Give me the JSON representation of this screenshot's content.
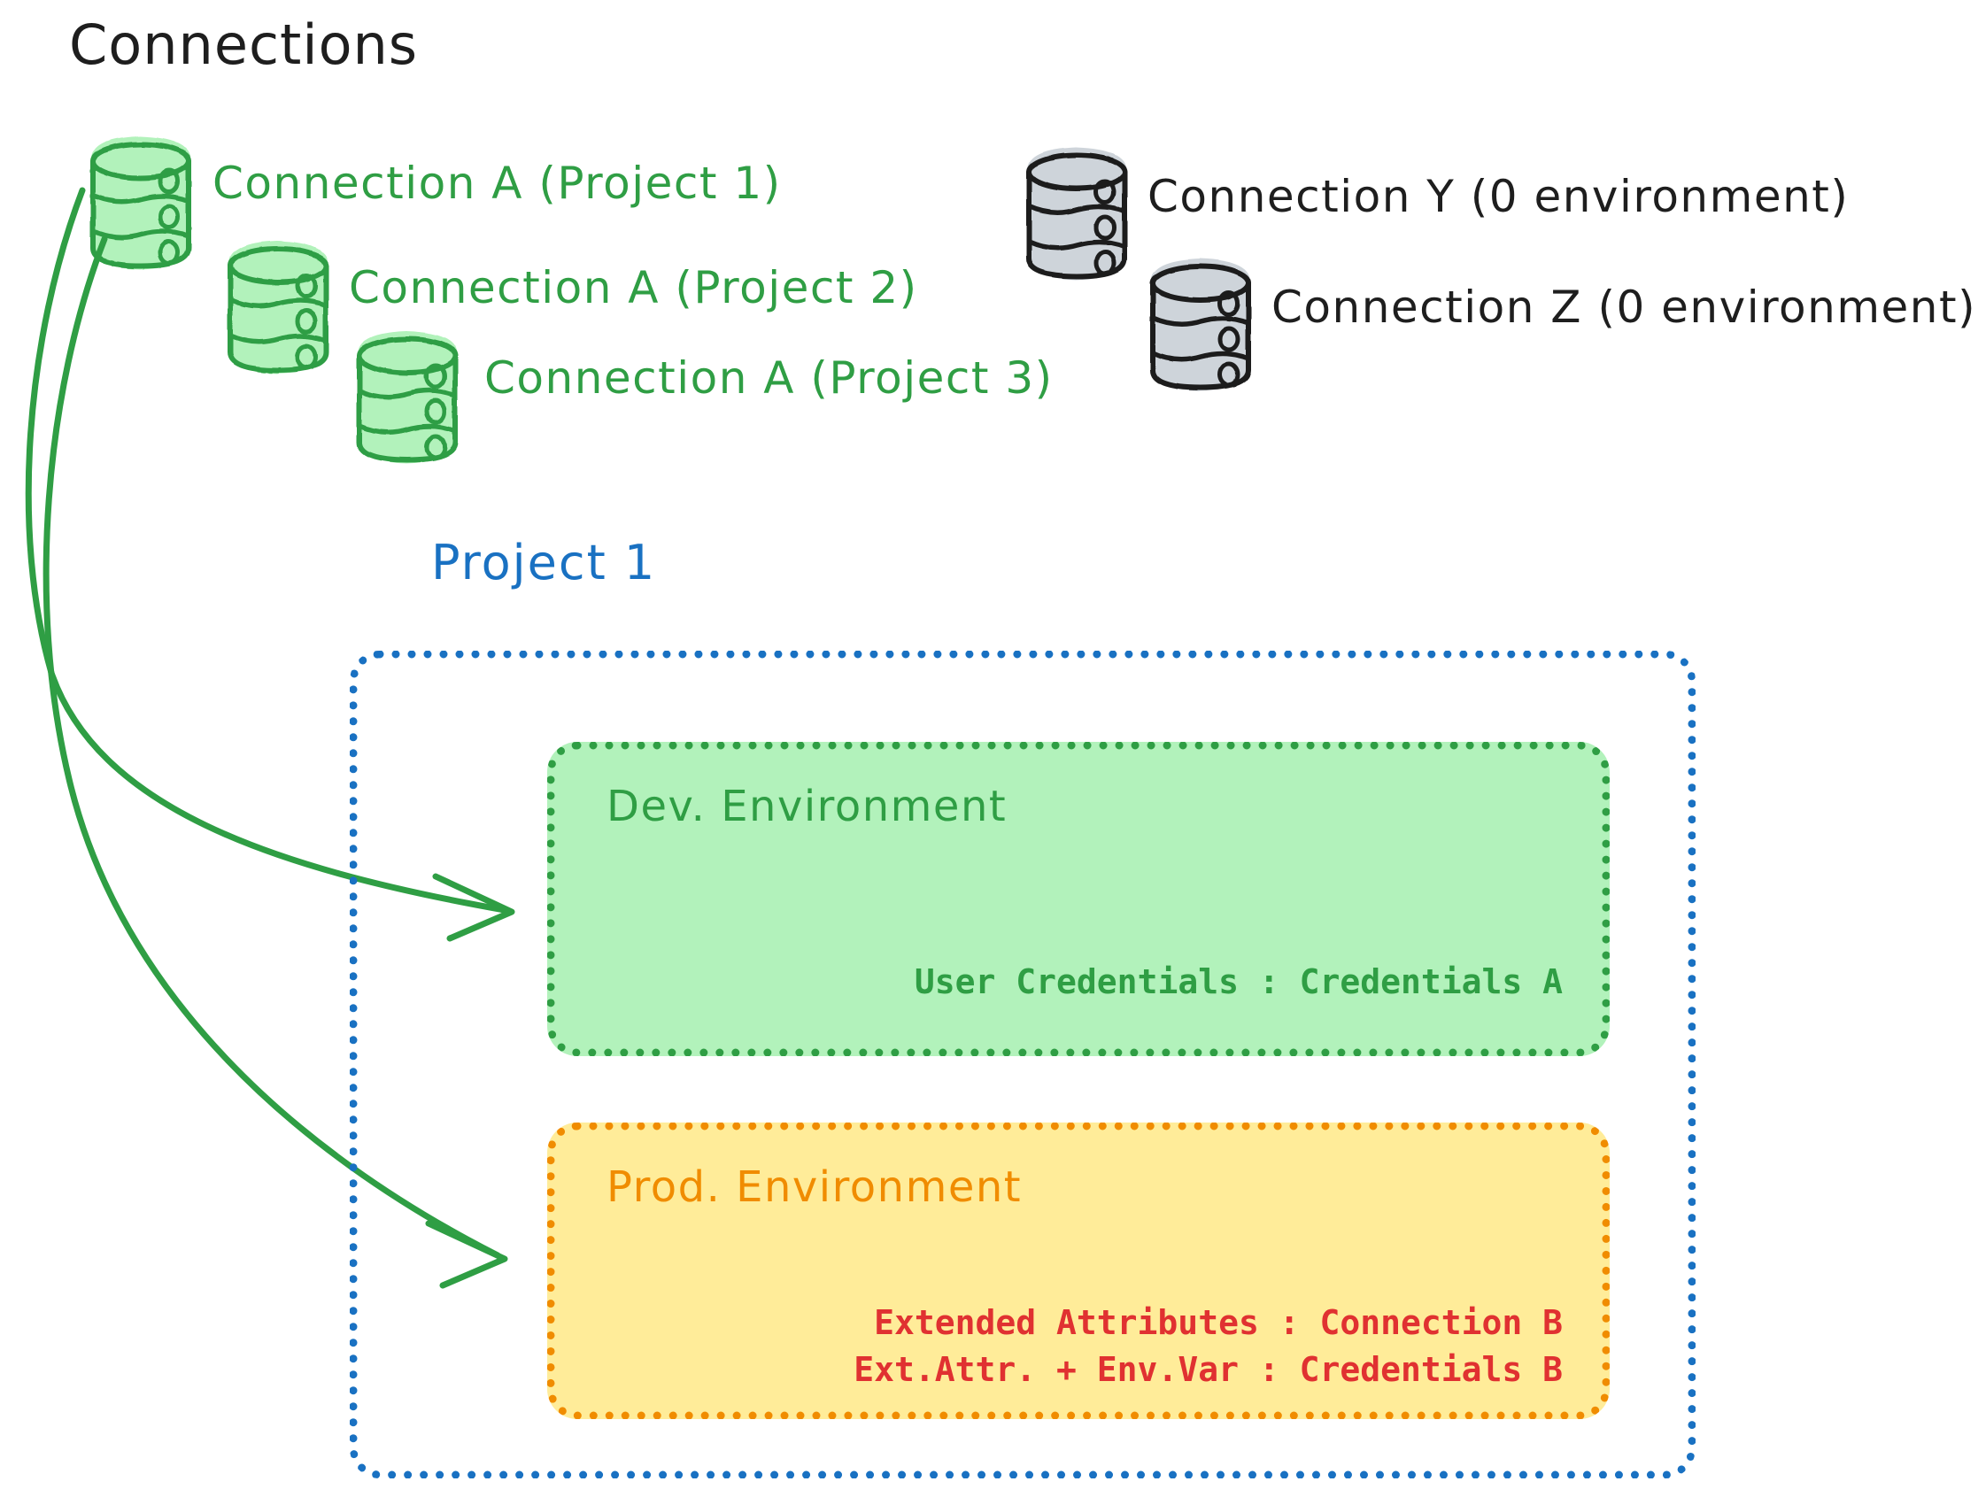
{
  "diagram": {
    "title": "Connections",
    "connections": [
      {
        "id": "conn-a-p1",
        "label": "Connection A (Project 1)",
        "color": "#2f9e44",
        "state": "assigned"
      },
      {
        "id": "conn-a-p2",
        "label": "Connection A (Project 2)",
        "color": "#2f9e44",
        "state": "assigned"
      },
      {
        "id": "conn-a-p3",
        "label": "Connection A (Project 3)",
        "color": "#2f9e44",
        "state": "assigned"
      },
      {
        "id": "conn-y",
        "label": "Connection Y (0 environment)",
        "color": "#1e1e1e",
        "state": "unassigned"
      },
      {
        "id": "conn-z",
        "label": "Connection Z (0 environment)",
        "color": "#1e1e1e",
        "state": "unassigned"
      }
    ],
    "project": {
      "title": "Project 1",
      "color": "#1971c2",
      "environments": [
        {
          "id": "dev",
          "title": "Dev. Environment",
          "border_color": "#2f9e44",
          "fill_color": "#b2f2bb",
          "text_color": "#2f9e44",
          "lines": [
            "User Credentials : Credentials A"
          ]
        },
        {
          "id": "prod",
          "title": "Prod. Environment",
          "border_color": "#f08c00",
          "fill_color": "#ffec99",
          "text_color": "#e03131",
          "lines": [
            "Extended Attributes : Connection B",
            "Ext.Attr. + Env.Var : Credentials B"
          ]
        }
      ]
    },
    "arrows": [
      {
        "id": "arrow-to-dev",
        "from": "conn-a-p1",
        "to": "dev",
        "color": "#2f9e44"
      },
      {
        "id": "arrow-to-prod",
        "from": "conn-a-p1",
        "to": "prod",
        "color": "#2f9e44"
      }
    ],
    "palette": {
      "green_stroke": "#2f9e44",
      "green_fill": "#b2f2bb",
      "gray_stroke": "#1e1e1e",
      "gray_fill": "#ced4da",
      "blue": "#1971c2",
      "orange": "#f08c00",
      "red": "#e03131",
      "yellow_fill": "#ffec99",
      "background": "#ffffff"
    }
  }
}
